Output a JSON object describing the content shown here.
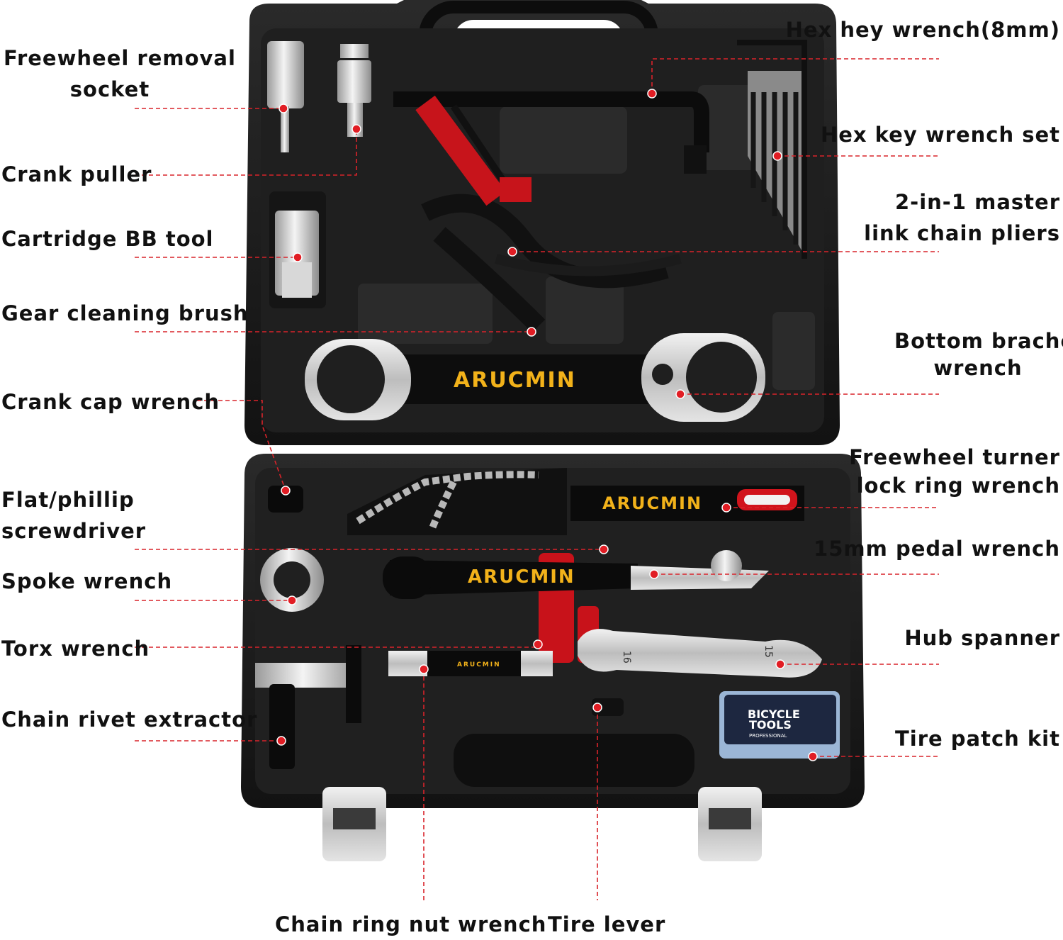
{
  "brand": "ARUCMIN",
  "patch_kit": {
    "line1": "BICYCLE",
    "line2": "TOOLS",
    "line3": "PROFESSIONAL"
  },
  "hub_spanner_marks": [
    "16",
    "15"
  ],
  "labels": {
    "freewheel_socket": [
      "Freewheel removal",
      "socket"
    ],
    "crank_puller": "Crank puller",
    "cartridge_bb": "Cartridge BB tool",
    "gear_brush": "Gear cleaning brush",
    "crank_cap": "Crank cap wrench",
    "screwdriver": [
      "Flat/phillip",
      "screwdriver"
    ],
    "spoke": "Spoke wrench",
    "torx": "Torx wrench",
    "chain_rivet": "Chain rivet extractor",
    "chain_ring": "Chain ring nut wrench",
    "tire_lever": "Tire lever",
    "hex_8mm": "Hex hey wrench(8mm)",
    "hex_set": "Hex key wrench set",
    "master_link": [
      "2-in-1 master",
      "link chain pliers"
    ],
    "bottom_bracket": [
      "Bottom brachet",
      "wrench"
    ],
    "freewheel_turner": [
      "Freewheel turner",
      "lock ring wrench"
    ],
    "pedal": "15mm pedal wrench",
    "hub_spanner": "Hub spanner",
    "tire_patch": "Tire patch kit"
  },
  "colors": {
    "case": "#1b1b1b",
    "case_inner": "#262626",
    "leader": "#d9232a",
    "dot": "#e11d24",
    "brand": "#f2b21a",
    "steel": "#c9c9c9"
  }
}
